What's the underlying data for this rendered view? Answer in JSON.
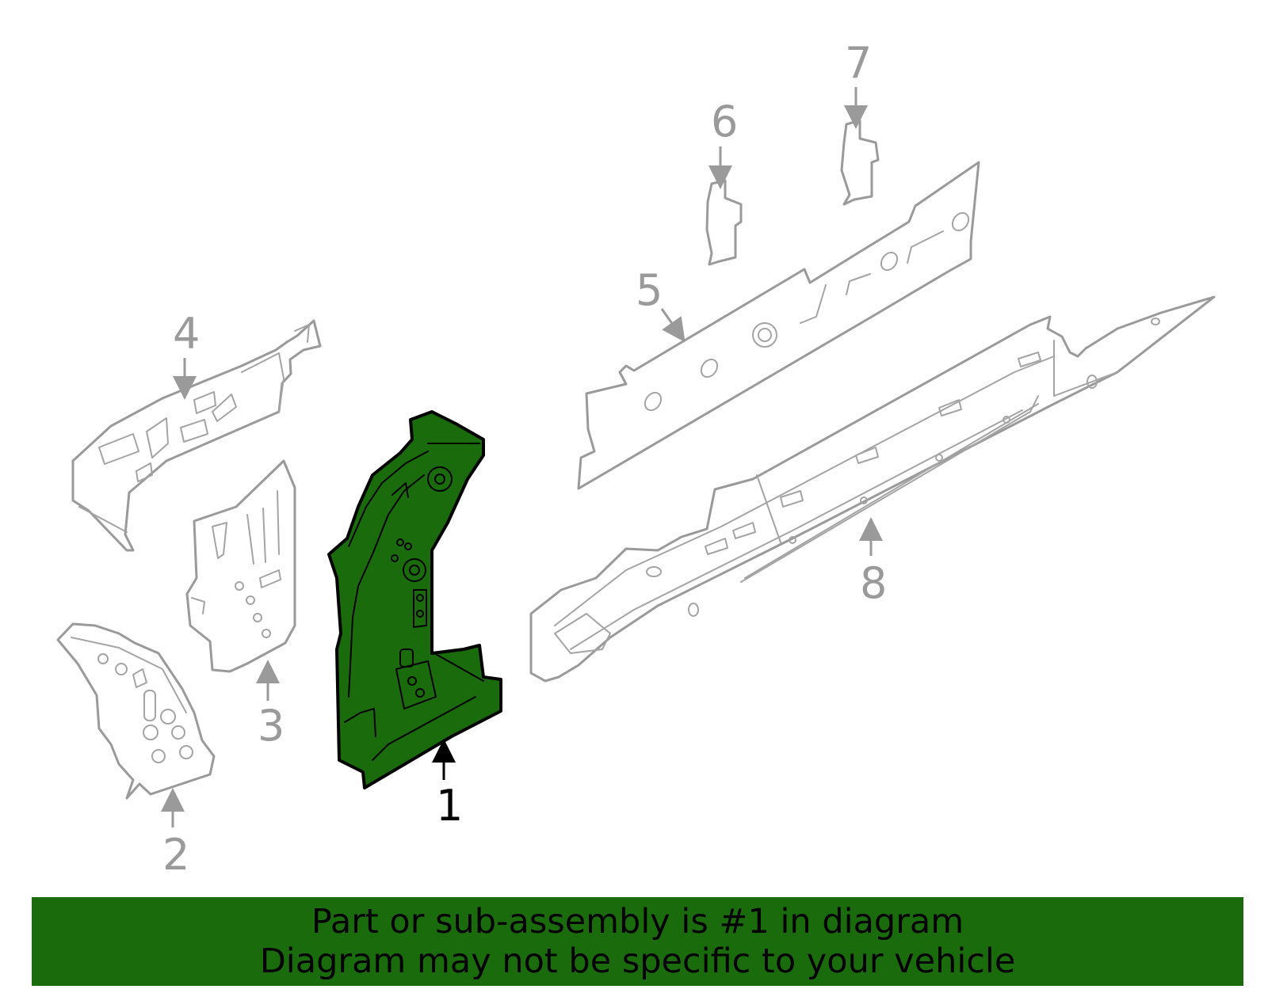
{
  "diagram": {
    "highlight_color": "#1a6b0c",
    "outline_color": "#9a9a9a",
    "selected_part": "1",
    "callouts": [
      {
        "id": "1",
        "label": "1"
      },
      {
        "id": "2",
        "label": "2"
      },
      {
        "id": "3",
        "label": "3"
      },
      {
        "id": "4",
        "label": "4"
      },
      {
        "id": "5",
        "label": "5"
      },
      {
        "id": "6",
        "label": "6"
      },
      {
        "id": "7",
        "label": "7"
      },
      {
        "id": "8",
        "label": "8"
      }
    ]
  },
  "banner": {
    "background_color": "#1a6b0c",
    "line1": "Part or sub-assembly is #1 in diagram",
    "line2": "Diagram may not be specific to your vehicle"
  }
}
